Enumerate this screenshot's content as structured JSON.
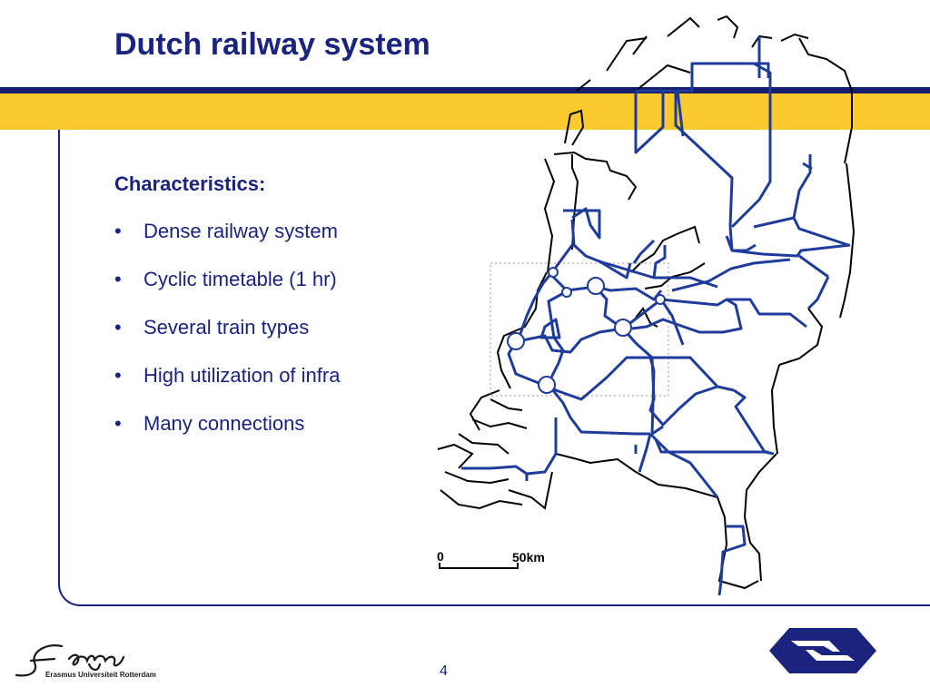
{
  "slide": {
    "title": "Dutch railway system",
    "heading": "Characteristics:",
    "bullets": [
      "Dense railway system",
      "Cyclic timetable (1 hr)",
      "Several train types",
      "High utilization of infra",
      "Many connections"
    ],
    "page_number": "4"
  },
  "map": {
    "scale_start": "0",
    "scale_end": "50km"
  },
  "logos": {
    "university": "Erasmus Universiteit Rotterdam",
    "university_signature": "Erasmus",
    "rail_operator": "NS"
  },
  "colors": {
    "navy": "#1a237e",
    "yellow": "#fcc92f",
    "rail_blue": "#1f3c9c"
  }
}
